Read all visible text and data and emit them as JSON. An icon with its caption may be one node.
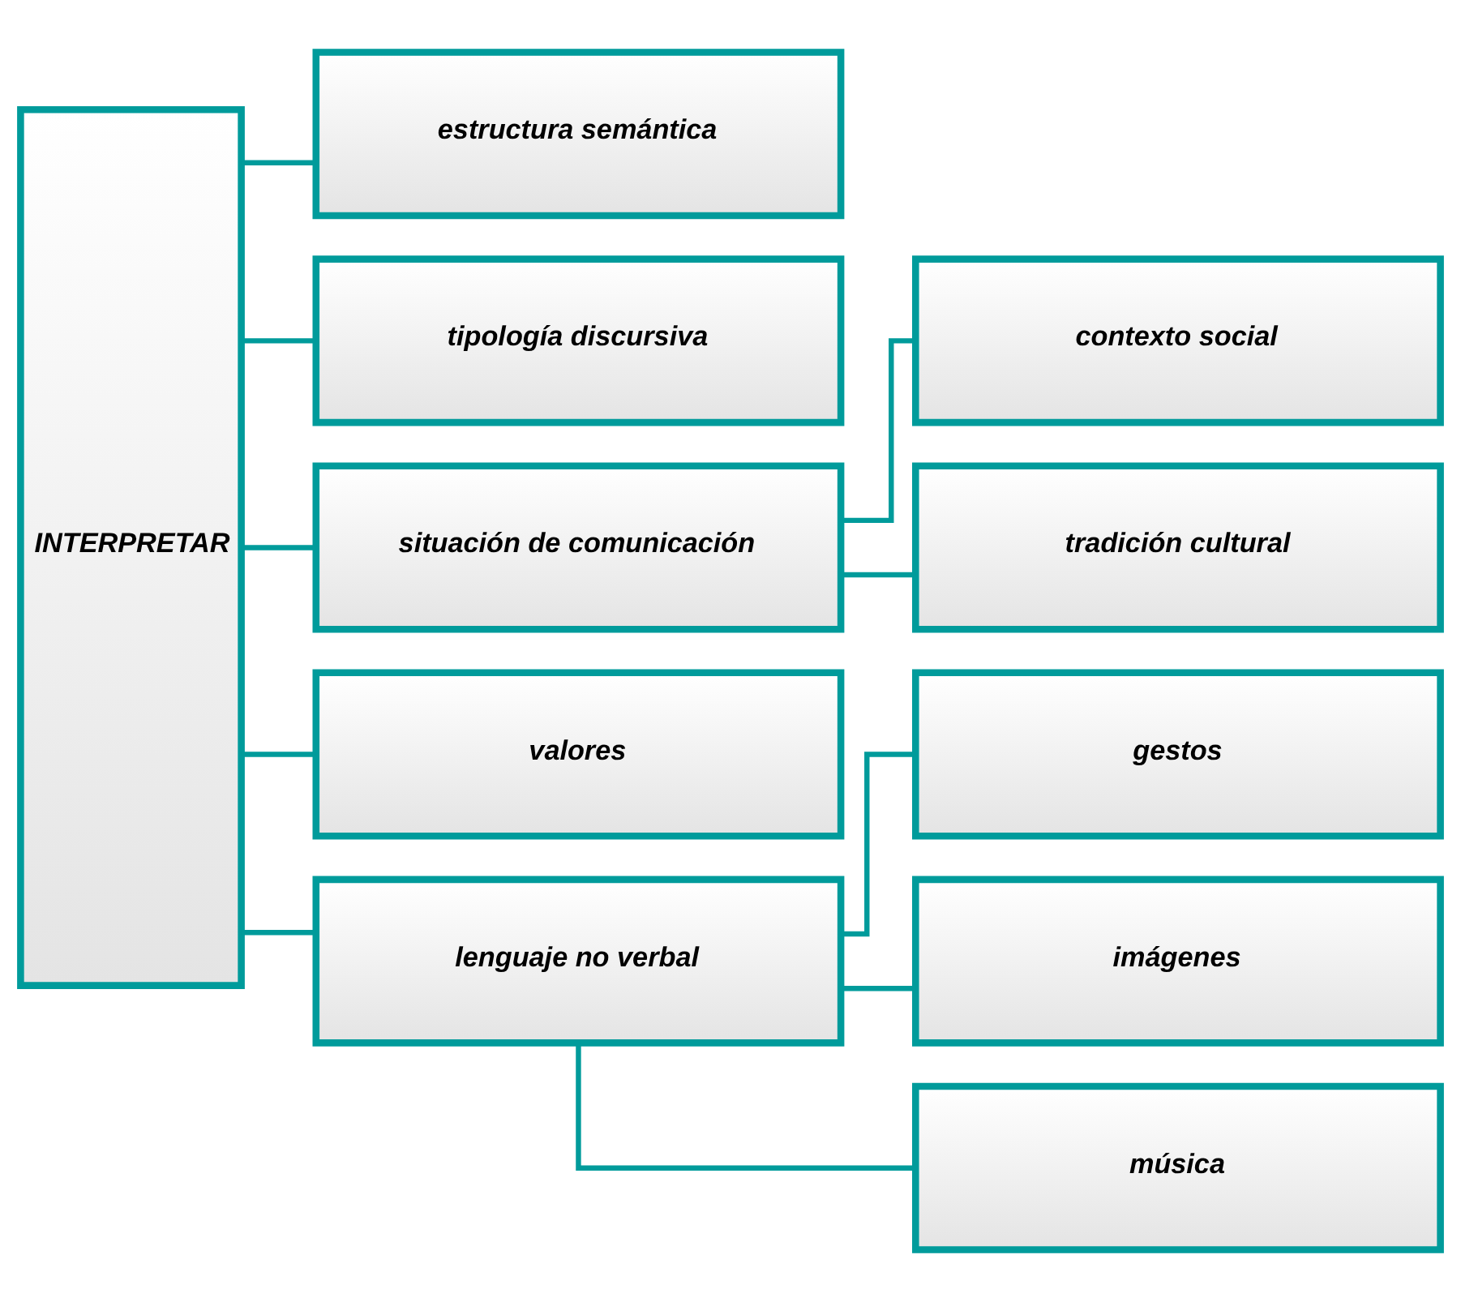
{
  "diagram": {
    "nodes": [
      {
        "text": [
          "INTERPRETAR"
        ]
      },
      {
        "text": [
          "estructura semántica"
        ]
      },
      {
        "text": [
          "tipología discursiva"
        ]
      },
      {
        "text": [
          "situación de comunicación"
        ]
      },
      {
        "text": [
          "valores"
        ]
      },
      {
        "text": [
          "lenguaje no verbal"
        ]
      },
      {
        "text": [
          "contexto social"
        ]
      },
      {
        "text": [
          "tradición cultural"
        ]
      },
      {
        "text": [
          "gestos"
        ]
      },
      {
        "text": [
          "imágenes"
        ]
      },
      {
        "text": [
          "música"
        ]
      }
    ],
    "edges": [
      {
        "from": 0,
        "to": 1,
        "arrow": "none"
      },
      {
        "from": 0,
        "to": 2,
        "arrow": "none"
      },
      {
        "from": 0,
        "to": 3,
        "arrow": "none"
      },
      {
        "from": 0,
        "to": 4,
        "arrow": "none"
      },
      {
        "from": 0,
        "to": 5,
        "arrow": "none"
      },
      {
        "from": 3,
        "to": 6,
        "arrow": "none"
      },
      {
        "from": 3,
        "to": 7,
        "arrow": "none"
      },
      {
        "from": 5,
        "to": 8,
        "arrow": "none"
      },
      {
        "from": 5,
        "to": 9,
        "arrow": "none"
      },
      {
        "from": 5,
        "to": 10,
        "arrow": "none"
      }
    ]
  }
}
